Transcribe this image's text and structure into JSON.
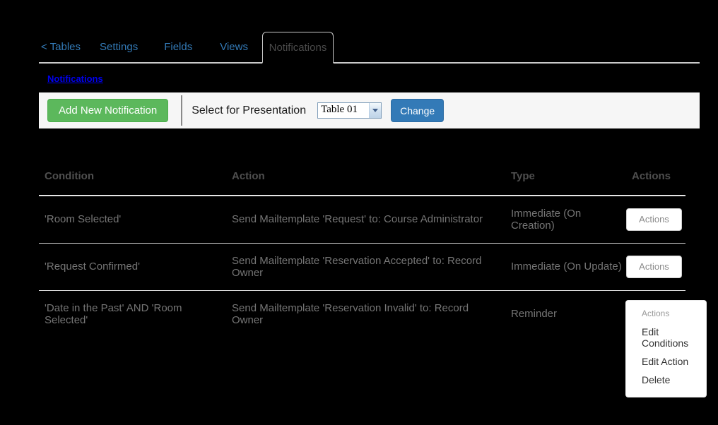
{
  "colors": {
    "page_bg": "#000000",
    "tab_link": "#337ab7",
    "link_blue": "#0000ee",
    "green": "#5cb85c",
    "accent_blue": "#337ab7",
    "row_text": "#757575"
  },
  "tabs": {
    "items": [
      "< Tables",
      "Settings",
      "Fields",
      "Views",
      "Notifications"
    ],
    "active": "Notifications"
  },
  "breadcrumb": {
    "label": "Notifications"
  },
  "toolbar": {
    "add_button": "Add New Notification",
    "select_label": "Select for Presentation",
    "select_value": "Table 01",
    "change_button": "Change"
  },
  "table": {
    "columns": [
      "Condition",
      "Action",
      "Type",
      "Actions"
    ],
    "rows": [
      {
        "condition": "'Room Selected'",
        "action": "Send Mailtemplate 'Request' to: Course Administrator",
        "type": "Immediate (On Creation)",
        "actions_button": "Actions"
      },
      {
        "condition": "'Request Confirmed'",
        "action": "Send Mailtemplate 'Reservation Accepted' to: Record Owner",
        "type": "Immediate (On Update)",
        "actions_button": "Actions"
      },
      {
        "condition": "'Date in the Past' AND 'Room Selected'",
        "action": "Send Mailtemplate 'Reservation Invalid' to: Record Owner",
        "type": "Reminder",
        "actions_button": "Actions"
      }
    ]
  },
  "actions_menu": {
    "header": "Actions",
    "items": [
      "Edit Conditions",
      "Edit Action",
      "Delete"
    ]
  }
}
